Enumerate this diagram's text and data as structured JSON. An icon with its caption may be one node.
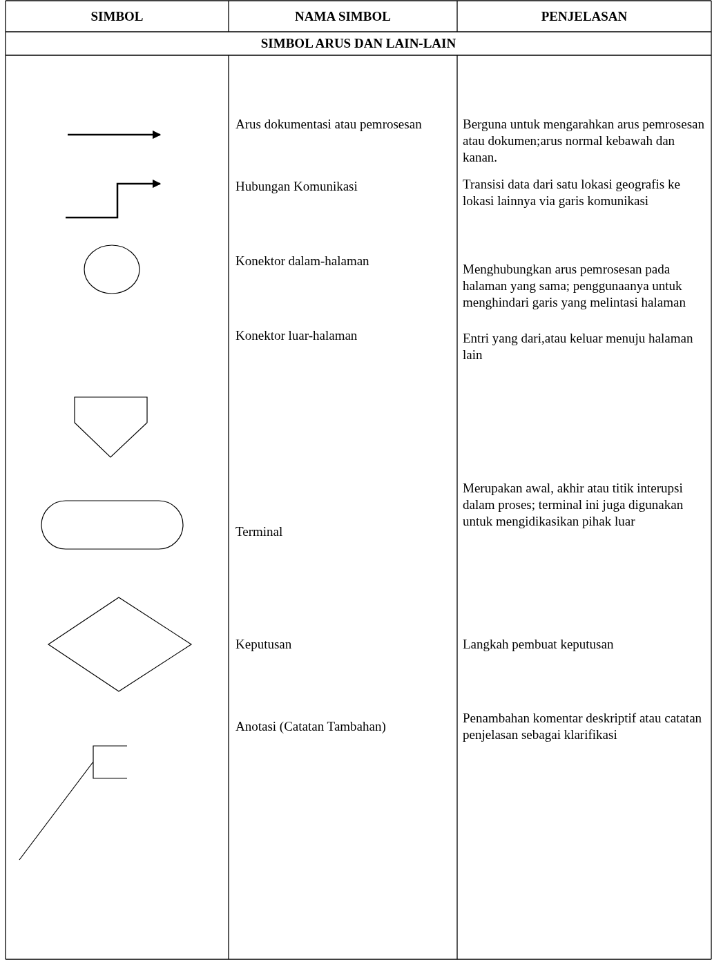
{
  "diagram": {
    "labels": [
      "SIMBOL",
      "NAMA SIMBOL",
      "PENJELASAN",
      "SIMBOL ARUS DAN LAIN-LAIN",
      "Arus dokumentasi atau pemrosesan",
      "Berguna untuk mengarahkan arus pemrosesan atau dokumen;arus normal kebawah dan kanan.",
      "Hubungan Komunikasi",
      "Transisi data dari satu lokasi geografis ke lokasi lainnya via garis komunikasi",
      "Konektor dalam-halaman",
      "Menghubungkan arus pemrosesan pada halaman yang sama; penggunaanya untuk menghindari garis yang melintasi halaman",
      "Konektor luar-halaman",
      "Entri yang dari,atau keluar menuju halaman lain",
      "Terminal",
      "Merupakan awal, akhir atau titik interupsi dalam proses; terminal ini juga digunakan untuk mengidikasikan pihak luar",
      "Keputusan",
      "Langkah pembuat keputusan",
      "Anotasi (Catatan Tambahan)",
      "Penambahan komentar deskriptif atau catatan penjelasan sebagai klarifikasi"
    ]
  }
}
